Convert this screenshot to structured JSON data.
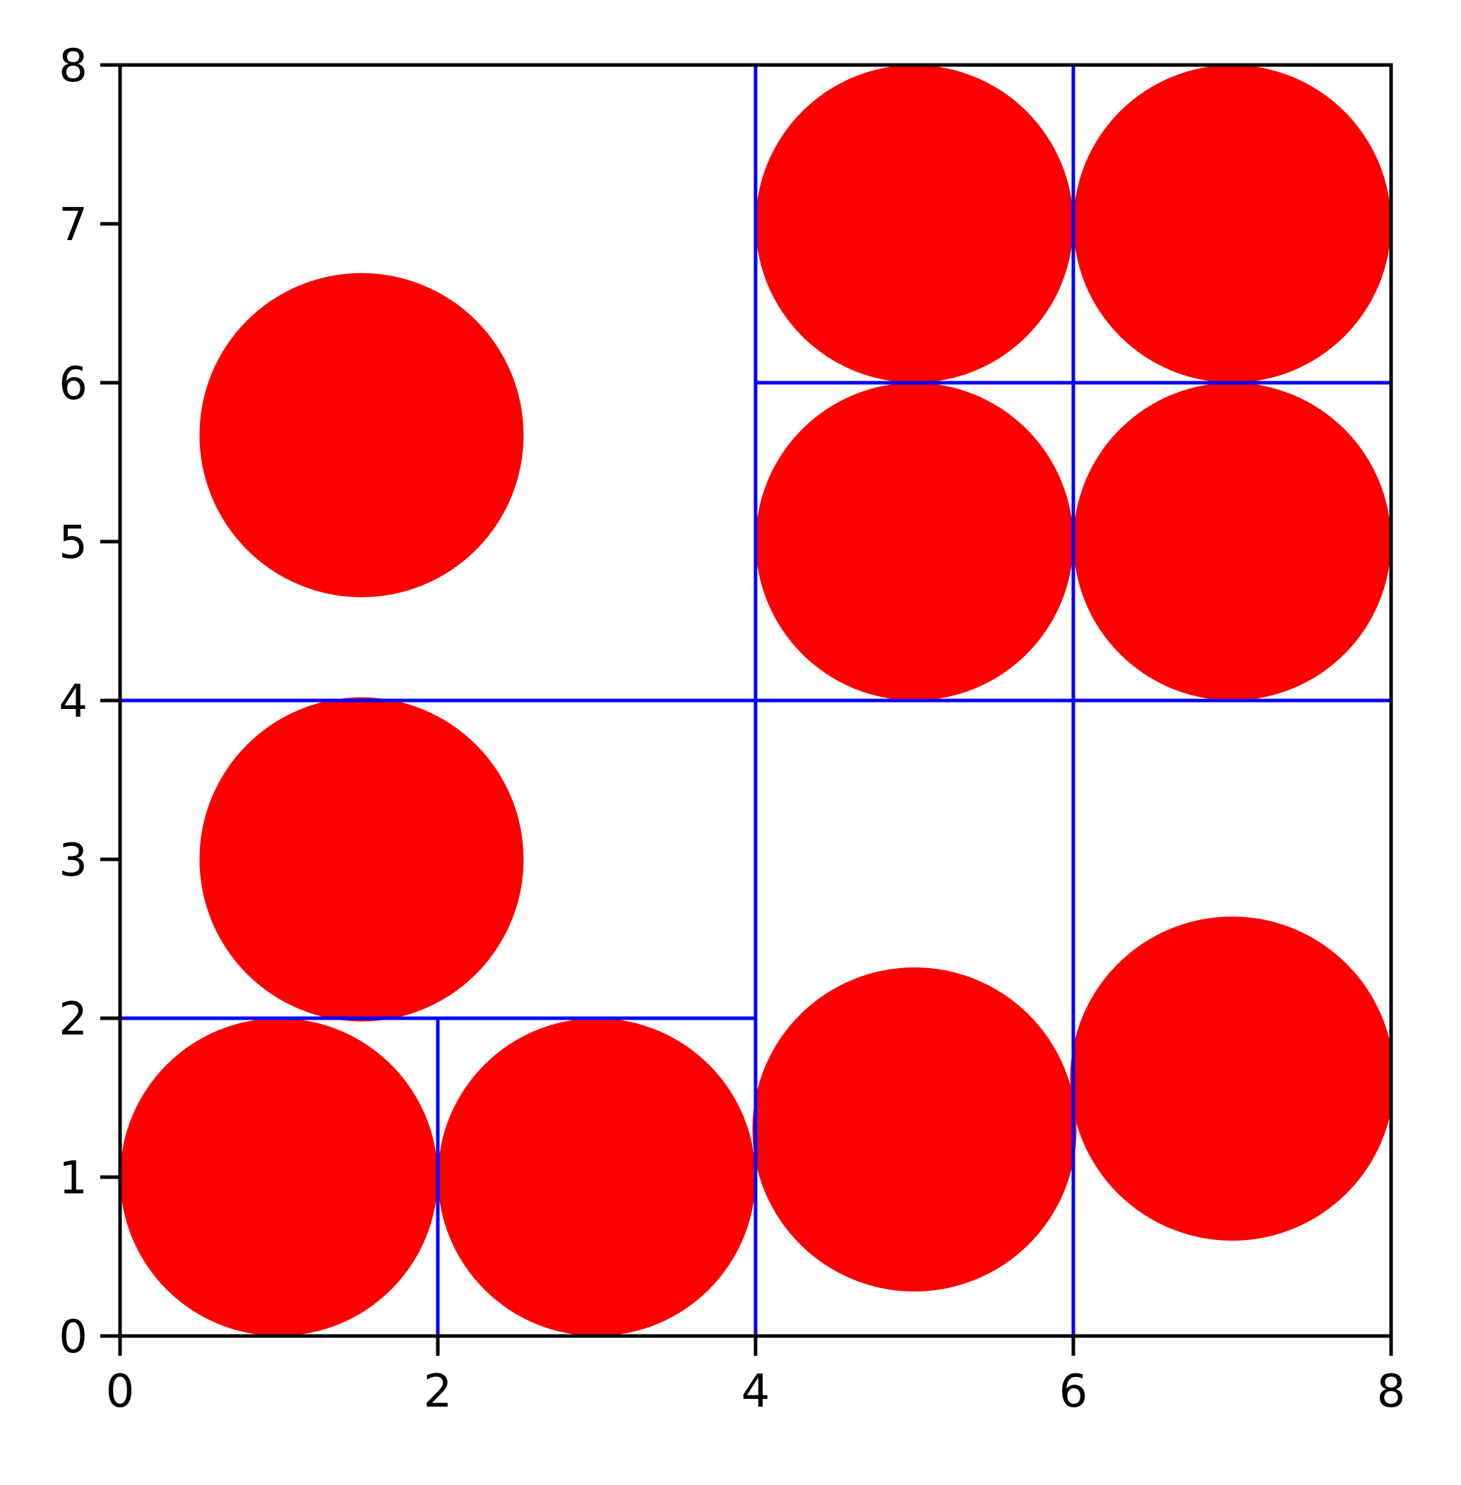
{
  "chart_data": {
    "type": "scatter",
    "title": "",
    "xlabel": "",
    "ylabel": "",
    "xlim": [
      0,
      8
    ],
    "ylim": [
      0,
      8
    ],
    "xticks": [
      0,
      2,
      4,
      6,
      8
    ],
    "yticks": [
      0,
      1,
      2,
      3,
      4,
      5,
      6,
      7,
      8
    ],
    "xtick_labels": [
      "0",
      "2",
      "4",
      "6",
      "8"
    ],
    "ytick_labels": [
      "0",
      "1",
      "2",
      "3",
      "4",
      "5",
      "6",
      "7",
      "8"
    ],
    "grid": false,
    "colors": {
      "circle": "#ff0000",
      "partition_line": "#0000ff",
      "axis": "#000000"
    },
    "circles": [
      {
        "x": 1,
        "y": 1,
        "r": 1
      },
      {
        "x": 3,
        "y": 1,
        "r": 1
      },
      {
        "x": 1.52,
        "y": 3,
        "r": 1.02
      },
      {
        "x": 1.52,
        "y": 5.67,
        "r": 1.02
      },
      {
        "x": 5,
        "y": 1.3,
        "r": 1.02
      },
      {
        "x": 7,
        "y": 1.62,
        "r": 1.02
      },
      {
        "x": 5,
        "y": 5,
        "r": 1
      },
      {
        "x": 7,
        "y": 5,
        "r": 1
      },
      {
        "x": 5,
        "y": 7,
        "r": 1
      },
      {
        "x": 7,
        "y": 7,
        "r": 1
      }
    ],
    "partition_lines": [
      {
        "x1": 0,
        "y1": 4,
        "x2": 8,
        "y2": 4
      },
      {
        "x1": 4,
        "y1": 0,
        "x2": 4,
        "y2": 8
      },
      {
        "x1": 6,
        "y1": 0,
        "x2": 6,
        "y2": 8
      },
      {
        "x1": 4,
        "y1": 6,
        "x2": 8,
        "y2": 6
      },
      {
        "x1": 0,
        "y1": 2,
        "x2": 4,
        "y2": 2
      },
      {
        "x1": 2,
        "y1": 0,
        "x2": 2,
        "y2": 2
      },
      {
        "x1": 0,
        "y1": 0,
        "x2": 8,
        "y2": 0
      }
    ]
  }
}
